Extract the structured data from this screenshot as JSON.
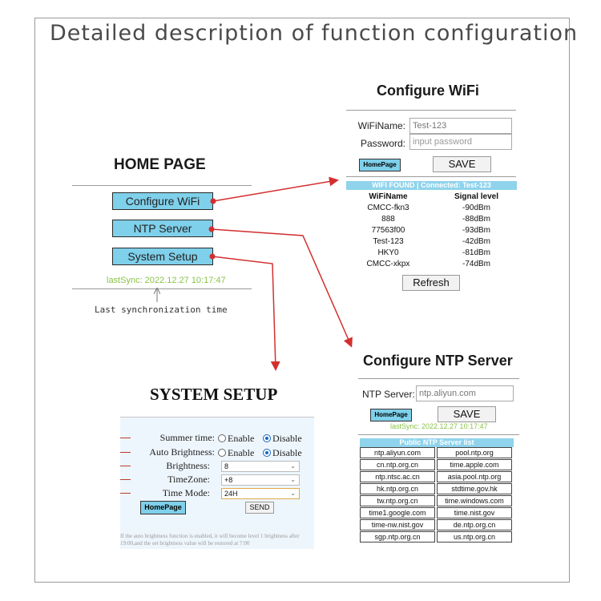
{
  "title": "Detailed description of function configuration",
  "home": {
    "heading": "HOME PAGE",
    "buttons": [
      "Configure WiFi",
      "NTP Server",
      "System Setup"
    ],
    "last_sync": "lastSync: 2022.12.27 10:17:47",
    "annotation": "Last synchronization time"
  },
  "wifi": {
    "heading": "Configure WiFi",
    "name_label": "WiFiName:",
    "name_value": "Test-123",
    "password_label": "Password:",
    "password_placeholder": "input password",
    "homepage_btn": "HomePage",
    "save_btn": "SAVE",
    "status_bar": "WIFI FOUND  |  Connected: Test-123",
    "col_name": "WiFiName",
    "col_signal": "Signal level",
    "networks": [
      {
        "name": "CMCC-fkn3",
        "signal": "-90dBm"
      },
      {
        "name": "888",
        "signal": "-88dBm"
      },
      {
        "name": "77563f00",
        "signal": "-93dBm"
      },
      {
        "name": "Test-123",
        "signal": "-42dBm"
      },
      {
        "name": "HKY0",
        "signal": "-81dBm"
      },
      {
        "name": "CMCC-xkpx",
        "signal": "-74dBm"
      }
    ],
    "refresh_btn": "Refresh"
  },
  "ntp": {
    "heading": "Configure NTP Server",
    "server_label": "NTP Server:",
    "server_value": "ntp.aliyun.com",
    "homepage_btn": "HomePage",
    "save_btn": "SAVE",
    "last_sync": "lastSync: 2022.12.27 10:17:47",
    "list_header": "Public NTP Server list",
    "servers": [
      "ntp.aliyun.com",
      "pool.ntp.org",
      "cn.ntp.org.cn",
      "time.apple.com",
      "ntp.ntsc.ac.cn",
      "asia.pool.ntp.org",
      "hk.ntp.org.cn",
      "stdtime.gov.hk",
      "tw.ntp.org.cn",
      "time.windows.com",
      "time1.google.com",
      "time.nist.gov",
      "time-nw.nist.gov",
      "de.ntp.org.cn",
      "sgp.ntp.org.cn",
      "us.ntp.org.cn"
    ]
  },
  "system": {
    "heading": "SYSTEM SETUP",
    "summer_label": "Summer time:",
    "auto_label": "Auto Brightness:",
    "enable": "Enable",
    "disable": "Disable",
    "brightness_label": "Brightness:",
    "brightness_value": "8",
    "timezone_label": "TimeZone:",
    "timezone_value": "+8",
    "timemode_label": "Time Mode:",
    "timemode_value": "24H",
    "homepage_btn": "HomePage",
    "send_btn": "SEND",
    "footnote": "If the auto brightness function is enabled, it will become level 1 brightness after 19:00,and the set brightness value will be restored at 7:00"
  },
  "colors": {
    "arrow": "#d32f2f",
    "button": "#7fd0ea",
    "sync": "#8bc34a"
  }
}
